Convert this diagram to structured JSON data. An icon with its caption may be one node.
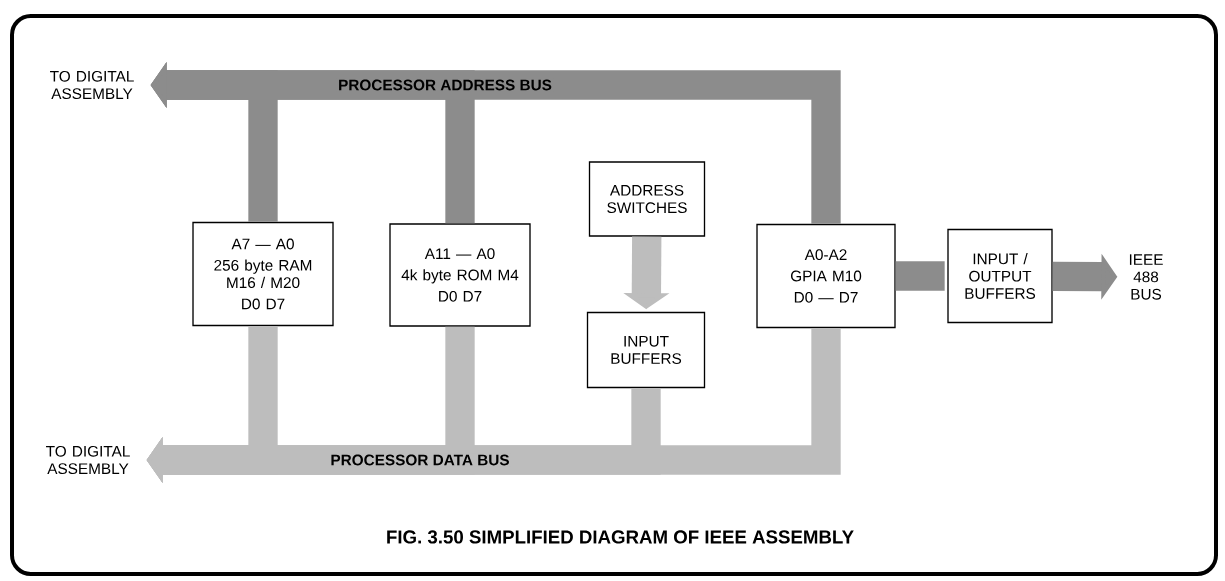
{
  "diagram": {
    "caption": "FIG. 3.50 SIMPLIFIED DIAGRAM OF IEEE ASSEMBLY",
    "nodes": [
      {
        "text": [
          "TO DIGITAL ASSEMBLY"
        ]
      },
      {
        "text": [
          "A7 — A0",
          "256 byte RAM M16 / M20",
          "D0 D7"
        ]
      },
      {
        "text": [
          "A11 — A0",
          "4k byte ROM M4",
          "D0 D7"
        ]
      },
      {
        "text": [
          "ADDRESS SWITCHES"
        ]
      },
      {
        "text": [
          "INPUT BUFFERS"
        ]
      },
      {
        "text": [
          "A0-A2",
          "GPIA M10",
          "D0 — D7"
        ]
      },
      {
        "text": [
          "INPUT / OUTPUT BUFFERS"
        ]
      },
      {
        "text": [
          "IEEE 488 BUS"
        ]
      },
      {
        "text": [
          "TO DIGITAL ASSEMBLY"
        ]
      }
    ],
    "edges": [
      {
        "from": 1,
        "to": 0,
        "arrow": "to"
      },
      {
        "from": 2,
        "to": 0,
        "arrow": "to"
      },
      {
        "from": 5,
        "to": 0,
        "arrow": "to",
        "label": "PROCESSOR ADDRESS BUS"
      },
      {
        "from": 1,
        "to": 8,
        "arrow": "to",
        "color": "#bdbdbd"
      },
      {
        "from": 2,
        "to": 8,
        "arrow": "to",
        "color": "#bdbdbd"
      },
      {
        "from": 4,
        "to": 8,
        "arrow": "to",
        "color": "#bdbdbd"
      },
      {
        "from": 5,
        "to": 8,
        "arrow": "to",
        "color": "#bdbdbd",
        "label": "PROCESSOR DATA BUS"
      },
      {
        "from": 3,
        "to": 4,
        "arrow": "to",
        "color": "#bdbdbd"
      },
      {
        "from": 5,
        "to": 6,
        "arrow": "none"
      },
      {
        "from": 6,
        "to": 7,
        "arrow": "to"
      }
    ]
  }
}
